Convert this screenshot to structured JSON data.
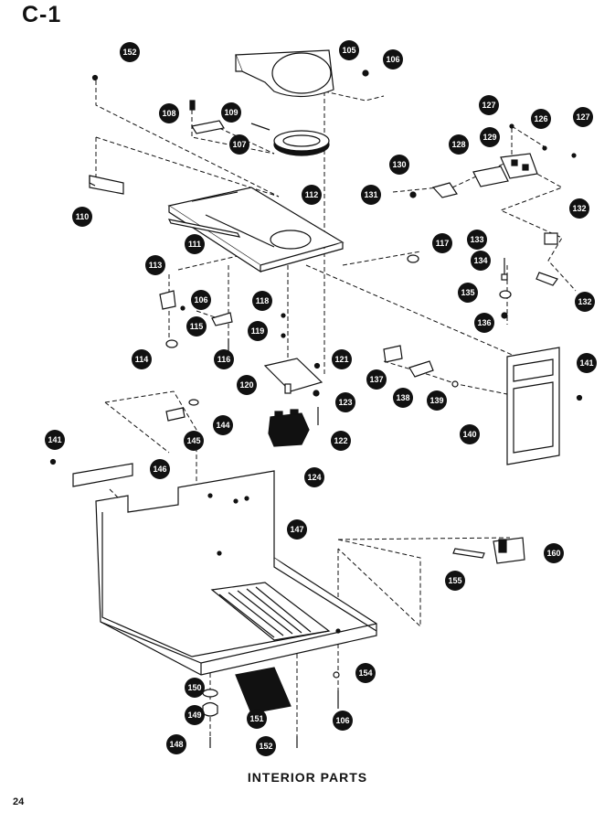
{
  "header": {
    "page_label": "C-1"
  },
  "caption": "INTERIOR PARTS",
  "page_number": "24",
  "colors": {
    "ink": "#111111",
    "paper": "#ffffff"
  },
  "callouts": [
    {
      "id": "c152a",
      "label": "152"
    },
    {
      "id": "c105",
      "label": "105"
    },
    {
      "id": "c106a",
      "label": "106"
    },
    {
      "id": "c108",
      "label": "108"
    },
    {
      "id": "c109",
      "label": "109"
    },
    {
      "id": "c107",
      "label": "107"
    },
    {
      "id": "c127a",
      "label": "127"
    },
    {
      "id": "c126",
      "label": "126"
    },
    {
      "id": "c127b",
      "label": "127"
    },
    {
      "id": "c128",
      "label": "128"
    },
    {
      "id": "c129",
      "label": "129"
    },
    {
      "id": "c130",
      "label": "130"
    },
    {
      "id": "c131",
      "label": "131"
    },
    {
      "id": "c110",
      "label": "110"
    },
    {
      "id": "c112",
      "label": "112"
    },
    {
      "id": "c132a",
      "label": "132"
    },
    {
      "id": "c111",
      "label": "111"
    },
    {
      "id": "c117",
      "label": "117"
    },
    {
      "id": "c133",
      "label": "133"
    },
    {
      "id": "c113",
      "label": "113"
    },
    {
      "id": "c134",
      "label": "134"
    },
    {
      "id": "c106b",
      "label": "106"
    },
    {
      "id": "c118",
      "label": "118"
    },
    {
      "id": "c135",
      "label": "135"
    },
    {
      "id": "c132b",
      "label": "132"
    },
    {
      "id": "c115",
      "label": "115"
    },
    {
      "id": "c119",
      "label": "119"
    },
    {
      "id": "c136",
      "label": "136"
    },
    {
      "id": "c114",
      "label": "114"
    },
    {
      "id": "c116",
      "label": "116"
    },
    {
      "id": "c121",
      "label": "121"
    },
    {
      "id": "c141a",
      "label": "141"
    },
    {
      "id": "c120",
      "label": "120"
    },
    {
      "id": "c137",
      "label": "137"
    },
    {
      "id": "c123",
      "label": "123"
    },
    {
      "id": "c138",
      "label": "138"
    },
    {
      "id": "c139",
      "label": "139"
    },
    {
      "id": "c144",
      "label": "144"
    },
    {
      "id": "c145",
      "label": "145"
    },
    {
      "id": "c122",
      "label": "122"
    },
    {
      "id": "c140",
      "label": "140"
    },
    {
      "id": "c141b",
      "label": "141"
    },
    {
      "id": "c146",
      "label": "146"
    },
    {
      "id": "c124",
      "label": "124"
    },
    {
      "id": "c147",
      "label": "147"
    },
    {
      "id": "c160",
      "label": "160"
    },
    {
      "id": "c155",
      "label": "155"
    },
    {
      "id": "c150",
      "label": "150"
    },
    {
      "id": "c154",
      "label": "154"
    },
    {
      "id": "c149",
      "label": "149"
    },
    {
      "id": "c151",
      "label": "151"
    },
    {
      "id": "c106c",
      "label": "106"
    },
    {
      "id": "c148",
      "label": "148"
    },
    {
      "id": "c152b",
      "label": "152"
    }
  ]
}
